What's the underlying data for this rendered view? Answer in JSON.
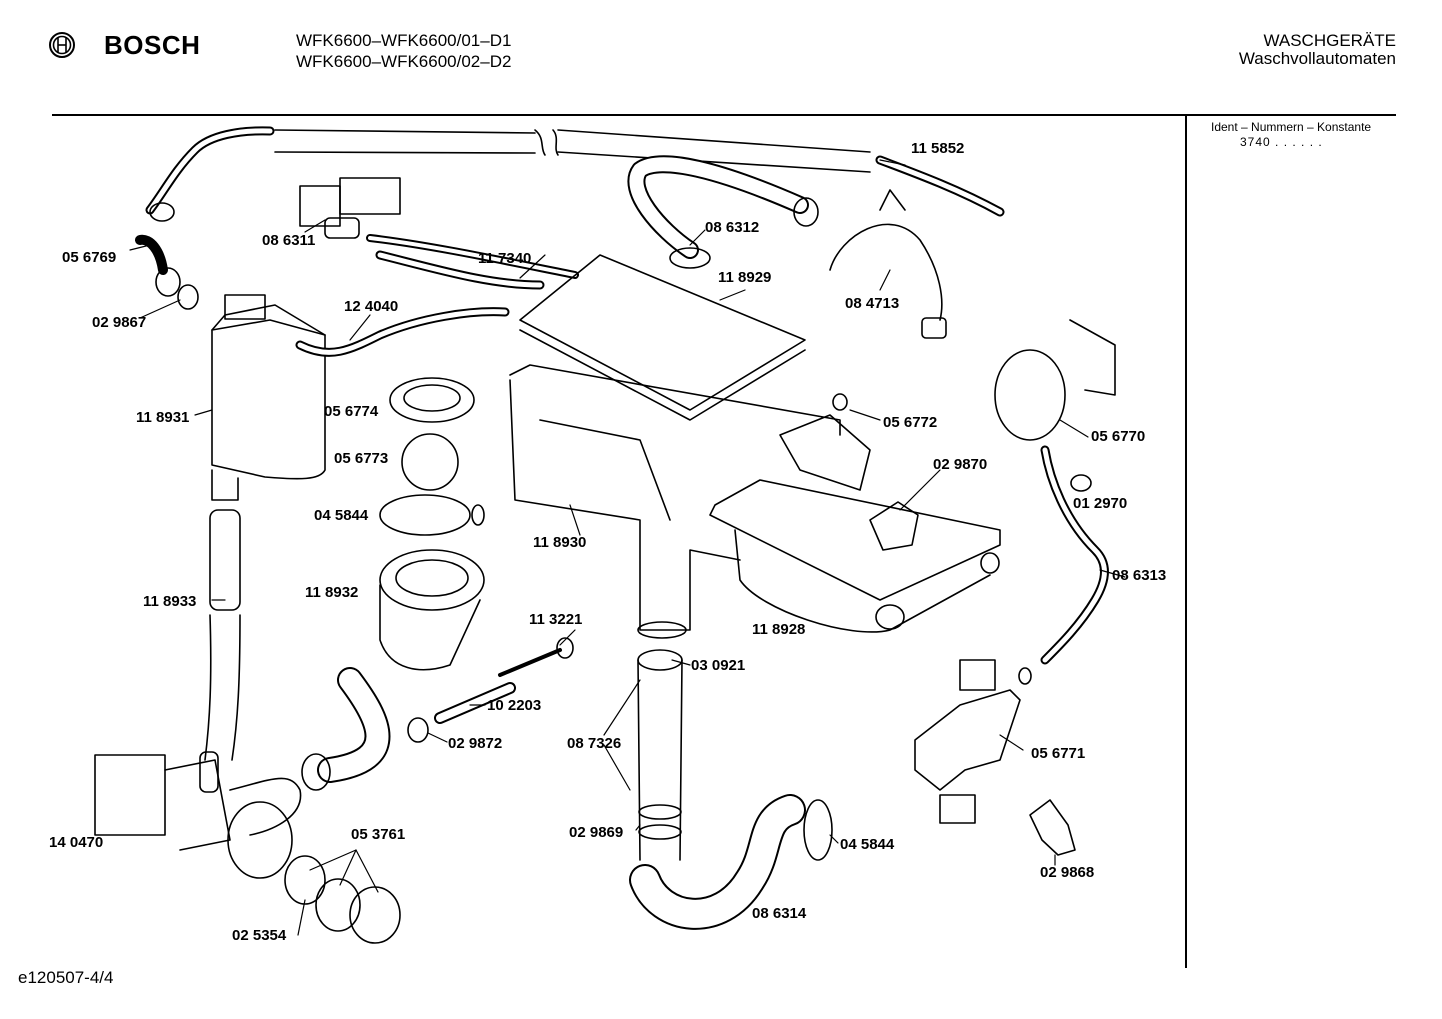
{
  "header": {
    "brand": "BOSCH",
    "model_lines": [
      "WFK6600–WFK6600/01–D1",
      "WFK6600–WFK6600/02–D2"
    ],
    "category": "WASCHGERÄTE",
    "subcategory": "Waschvollautomaten"
  },
  "side_panel": {
    "heading": "Ident – Nummern – Konstante",
    "value": "3740  .  .  .  .  .  ."
  },
  "footer": {
    "code": "e120507-4/4"
  },
  "part_labels": [
    "11 5852",
    "08 6311",
    "05 6769",
    "11 7340",
    "08 6312",
    "11 8929",
    "02 9867",
    "12 4040",
    "08 4713",
    "11 8931",
    "05 6774",
    "05 6772",
    "05 6770",
    "05 6773",
    "02 9870",
    "04 5844",
    "01 2970",
    "11 8930",
    "08 6313",
    "11 8933",
    "11 8932",
    "11 3221",
    "11 8928",
    "03 0921",
    "10 2203",
    "08 7326",
    "02 9872",
    "05 6771",
    "05 3761",
    "14 0470",
    "02 9869",
    "04 5844",
    "02 9868",
    "02 5354",
    "08 6314"
  ]
}
